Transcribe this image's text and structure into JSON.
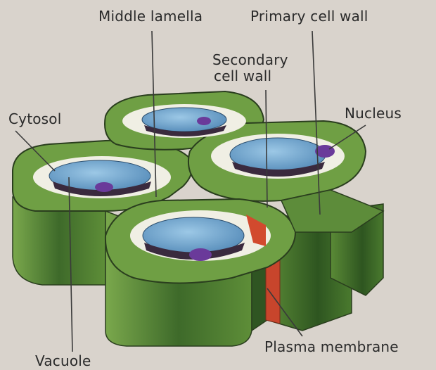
{
  "labels": {
    "middle_lamella": "Middle lamella",
    "primary_cell_wall": "Primary cell wall",
    "secondary_cell_wall_line1": "Secondary",
    "secondary_cell_wall_line2": "cell wall",
    "cytosol": "Cytosol",
    "nucleus": "Nucleus",
    "vacuole": "Vacuole",
    "plasma_membrane": "Plasma membrane"
  },
  "colors": {
    "background": "#d9d3cc",
    "wall_top": "#6f9f44",
    "wall_dark": "#2f5a22",
    "wall_mid": "#4a7c2e",
    "cytosol": "#f0efe4",
    "vacuole": "#6fa6cf",
    "nucleus": "#6a3a9a",
    "plasma_membrane": "#d24a2e",
    "leader_line": "#3a3a3a"
  }
}
